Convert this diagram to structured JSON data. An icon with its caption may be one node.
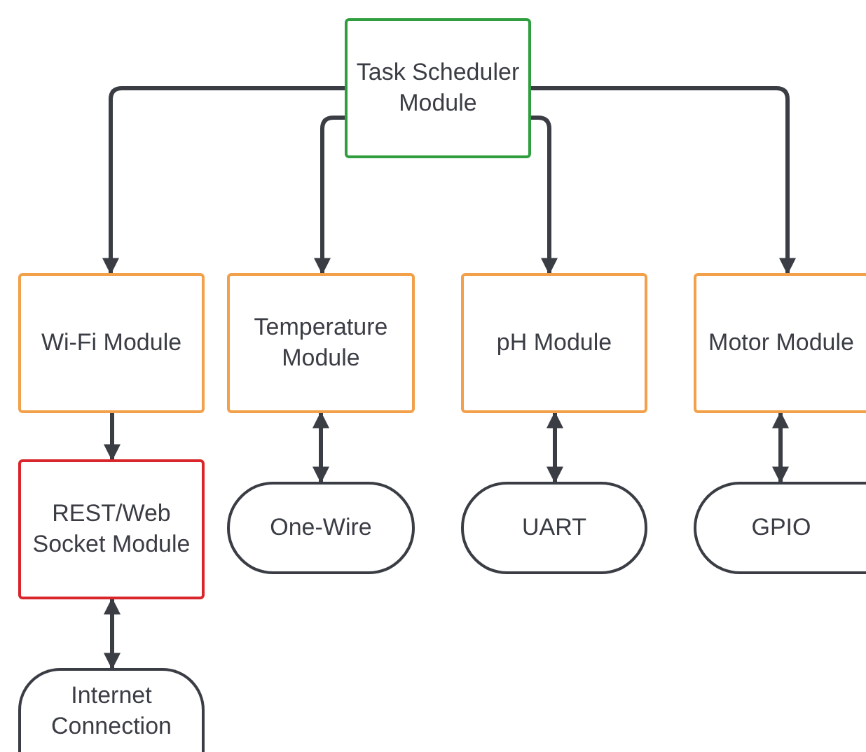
{
  "diagram": {
    "nodes": [
      {
        "text": [
          "Task Scheduler Module"
        ]
      },
      {
        "text": [
          "Wi-Fi Module"
        ]
      },
      {
        "text": [
          "Temperature Module"
        ]
      },
      {
        "text": [
          "pH Module"
        ]
      },
      {
        "text": [
          "Motor Module"
        ]
      },
      {
        "text": [
          "REST/Web Socket Module"
        ]
      },
      {
        "text": [
          "One-Wire"
        ]
      },
      {
        "text": [
          "UART"
        ]
      },
      {
        "text": [
          "GPIO"
        ]
      },
      {
        "text": [
          "Internet Connection"
        ]
      }
    ],
    "edges": [
      {
        "from": 0,
        "to": 1,
        "arrow": "to"
      },
      {
        "from": 0,
        "to": 2,
        "arrow": "to"
      },
      {
        "from": 0,
        "to": 3,
        "arrow": "to"
      },
      {
        "from": 0,
        "to": 4,
        "arrow": "to"
      },
      {
        "from": 1,
        "to": 5,
        "arrow": "to"
      },
      {
        "from": 2,
        "to": 6,
        "arrow": "both"
      },
      {
        "from": 3,
        "to": 7,
        "arrow": "both"
      },
      {
        "from": 4,
        "to": 8,
        "arrow": "both"
      },
      {
        "from": 5,
        "to": 9,
        "arrow": "both"
      }
    ]
  }
}
